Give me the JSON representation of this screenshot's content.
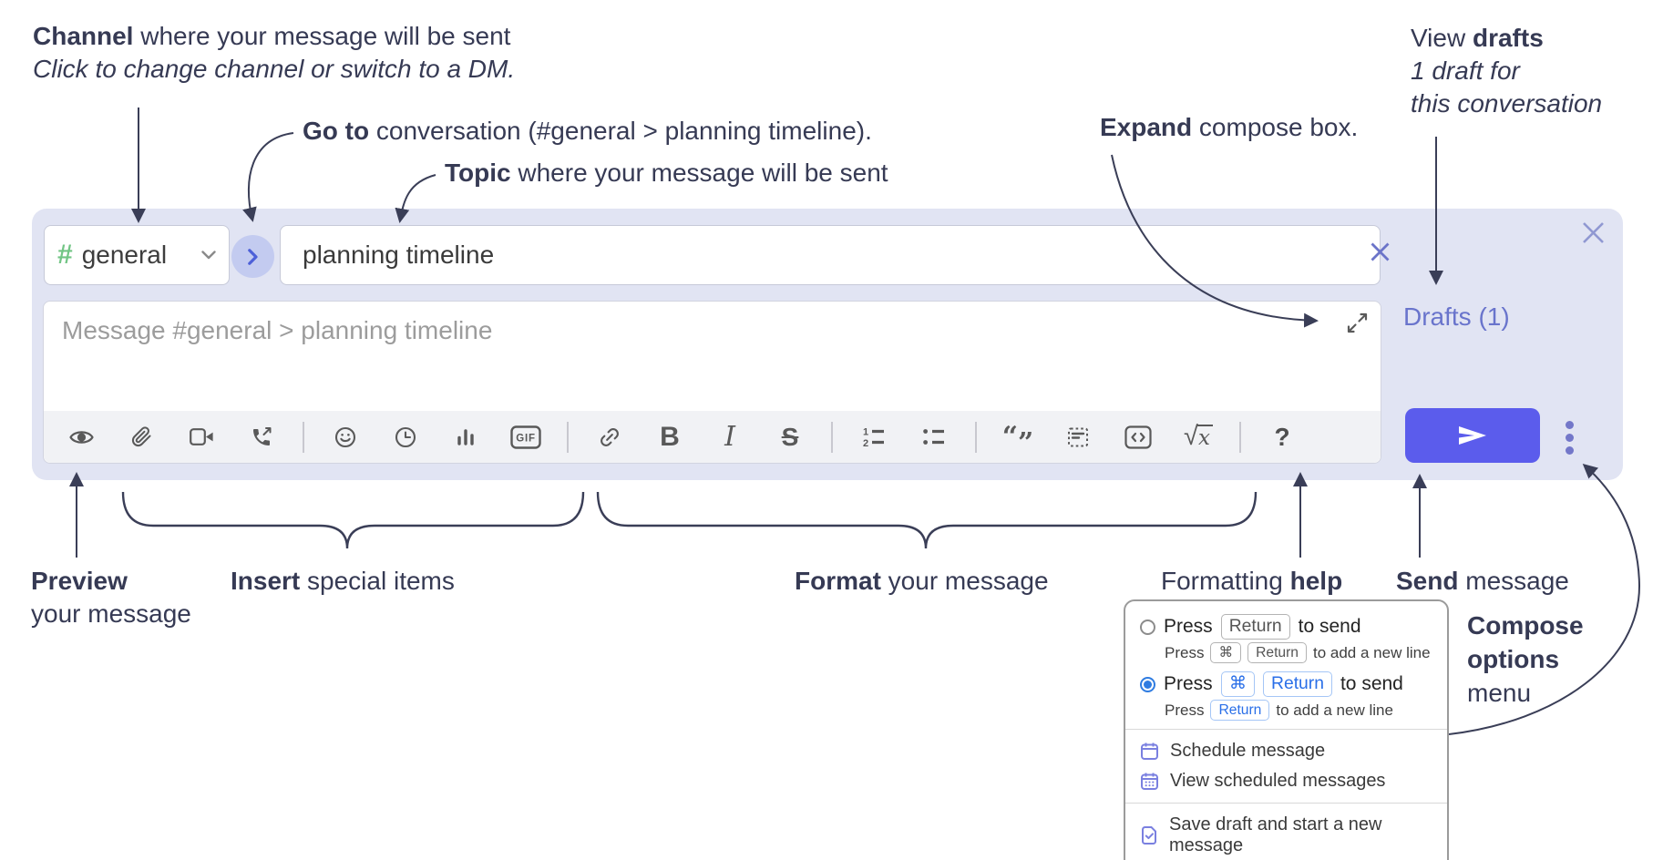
{
  "annotations": {
    "channel": {
      "bold": "Channel",
      "rest": " where your message will be sent",
      "sub": "Click to change channel or switch to a DM."
    },
    "goto": {
      "bold": "Go to",
      "rest": " conversation (#general > planning timeline)."
    },
    "topic": {
      "bold": "Topic",
      "rest": " where your message will be sent"
    },
    "expand": {
      "bold": "Expand",
      "rest": " compose box."
    },
    "view_drafts": {
      "pre": "View ",
      "bold": "drafts",
      "line2": "1 draft for",
      "line3": "this conversation"
    },
    "preview": {
      "bold": "Preview",
      "line2": "your message"
    },
    "insert": {
      "bold": "Insert",
      "rest": " special items"
    },
    "format": {
      "bold": "Format",
      "rest": " your message"
    },
    "formatting_help": {
      "pre": "Formatting ",
      "bold": "help"
    },
    "send": {
      "bold": "Send",
      "rest": " message"
    },
    "compose_options": {
      "line1": "Compose",
      "line2": "options",
      "line3": "menu"
    }
  },
  "compose": {
    "channel": {
      "hash": "#",
      "label": "general"
    },
    "topic_value": "planning timeline",
    "message_placeholder": "Message #general > planning timeline",
    "drafts_link": "Drafts (1)"
  },
  "toolbar": {
    "gif": "GIF",
    "bold": "B",
    "italic": "I",
    "strike": "S",
    "ol_digit1": "1",
    "ol_digit2": "2",
    "quote_open": "“",
    "quote_close": "”",
    "sqrt": "√",
    "math_x": "x",
    "help": "?"
  },
  "options_menu": {
    "option1": {
      "pre": "Press",
      "kbd": "Return",
      "post": "to send",
      "sub_pre": "Press",
      "sub_kbd1": "⌘",
      "sub_kbd2": "Return",
      "sub_post": "to add a new line"
    },
    "option2": {
      "pre": "Press",
      "kbd1": "⌘",
      "kbd2": "Return",
      "post": "to send",
      "sub_pre": "Press",
      "sub_kbd": "Return",
      "sub_post": "to add a new line"
    },
    "items": [
      {
        "label": "Schedule message"
      },
      {
        "label": "View scheduled messages"
      },
      {
        "label": "Save draft and start a new message"
      }
    ]
  },
  "colors": {
    "compose_bg": "#e1e4f3",
    "send_button": "#5b5cec",
    "drafts_link": "#6974cc",
    "channel_hash_green": "#72c585",
    "goto_circle_bg": "#c3cbf0",
    "goto_chevron": "#4d60d8",
    "radio_selected": "#2f7ce1",
    "kbd_blue": "#2a6fe8",
    "menu_icon": "#7a80e0",
    "annotation_text": "#363a54"
  }
}
